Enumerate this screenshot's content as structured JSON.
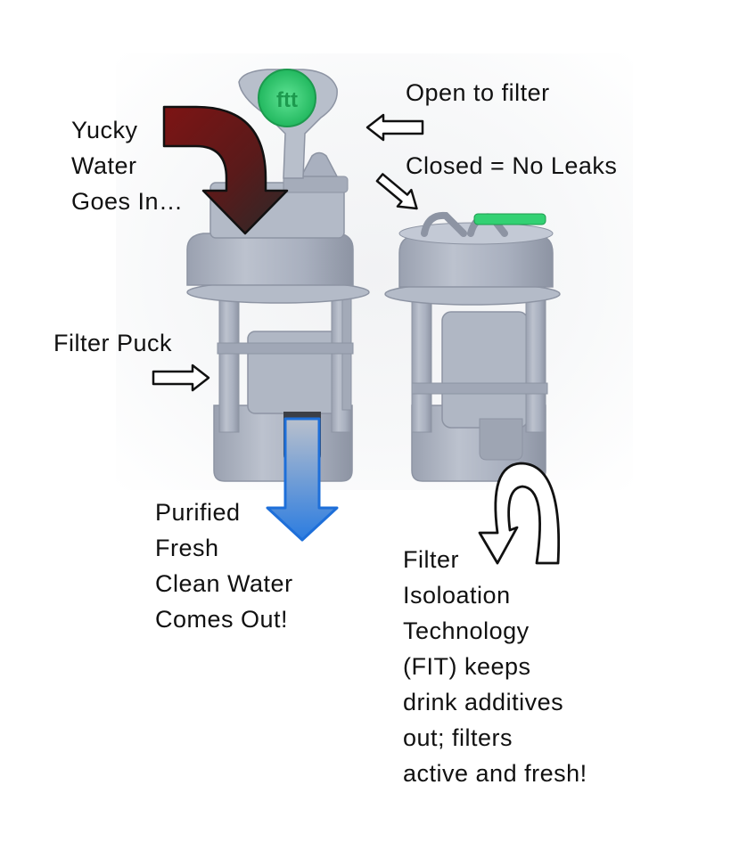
{
  "labels": {
    "yucky": "Yucky\nWater\nGoes In…",
    "open": "Open to filter",
    "closed": "Closed = No Leaks",
    "puck": "Filter Puck",
    "purified": "Purified\nFresh\nClean Water\nComes Out!",
    "fit": "Filter\nIsoloation\nTechnology\n(FIT) keeps\ndrink additives\nout; filters\nactive and fresh!"
  },
  "colors": {
    "plastic": "#a9b0bf",
    "plastic_dark": "#8f96a5",
    "plastic_light": "#c3c9d5",
    "cap_green": "#33d173",
    "inflow_arrow": "#7d1414",
    "outflow_arrow": "#1e6fd9"
  },
  "icons": {
    "open_arrow": "arrow-left-outline-icon",
    "closed_arrow": "arrow-down-right-outline-icon",
    "puck_arrow": "arrow-right-outline-icon",
    "inflow_arrow": "bent-arrow-down-icon",
    "outflow_arrow": "arrow-down-icon",
    "loop_arrow": "curved-loop-arrow-icon"
  }
}
